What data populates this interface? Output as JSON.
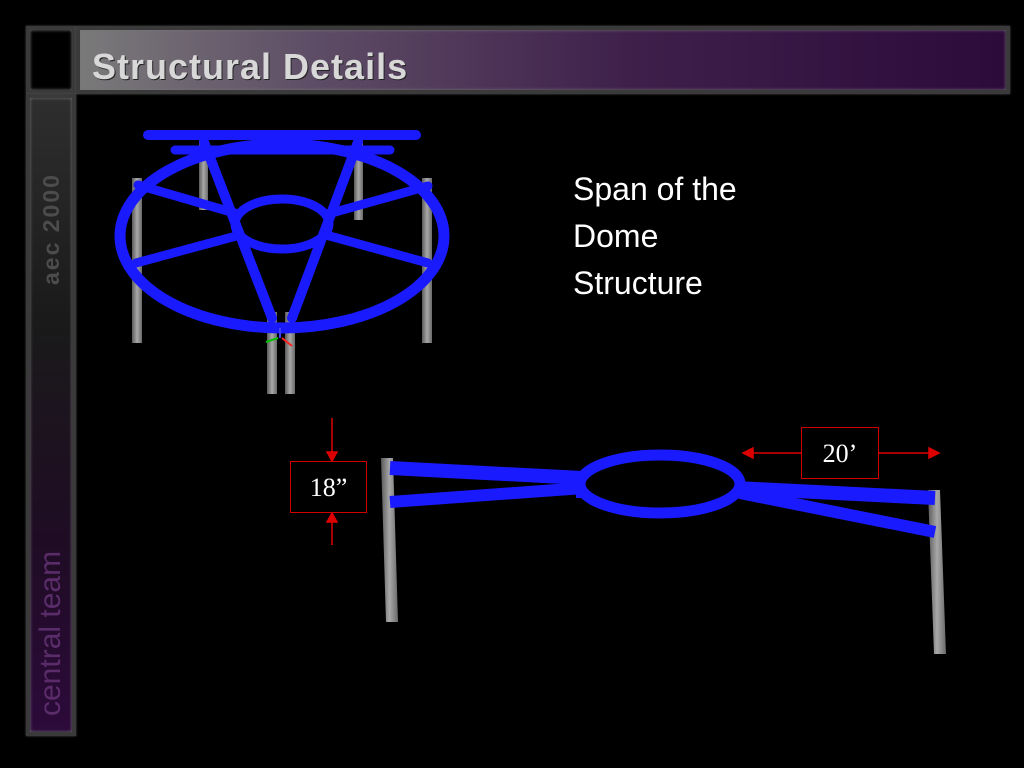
{
  "slide": {
    "title": "Structural Details",
    "sidebar_brand": "aec 2000",
    "sidebar_team": "central team"
  },
  "content": {
    "caption_lines": [
      "Span of the",
      "Dome",
      "Structure"
    ]
  },
  "dimensions": {
    "height_label": "18”",
    "span_label": "20’"
  },
  "colors": {
    "structure_blue": "#1a1aff",
    "column_gray": "#8a8a8a",
    "dimension_red": "#dd0000",
    "title_gradient_end": "#2c0a3a"
  }
}
